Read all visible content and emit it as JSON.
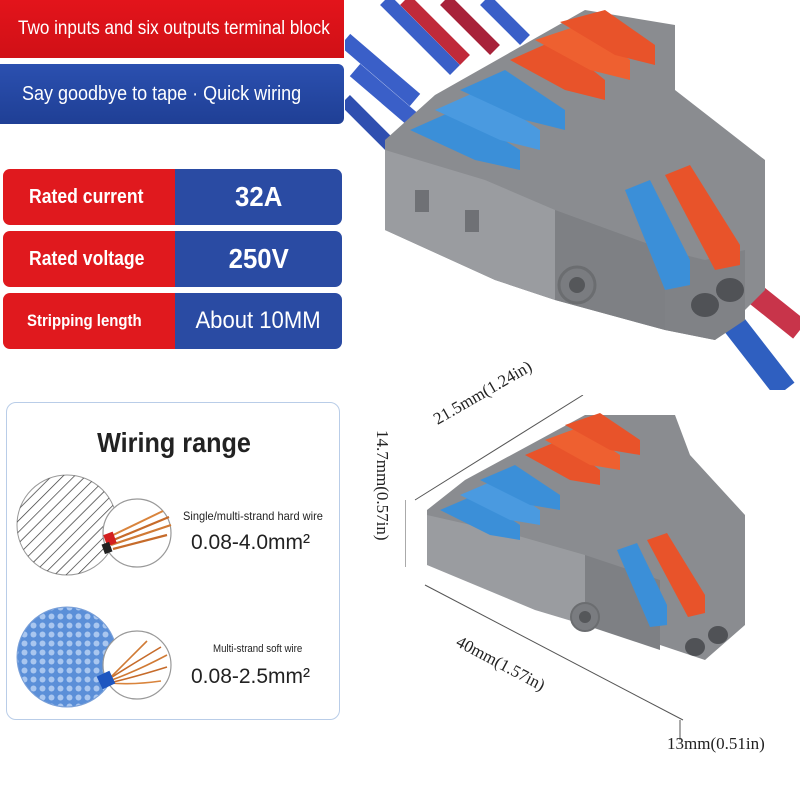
{
  "header": {
    "title": "Two inputs and six outputs terminal block",
    "subtitle": "Say goodbye to tape · Quick wiring"
  },
  "specs": [
    {
      "label": "Rated current",
      "value": "32A"
    },
    {
      "label": "Rated voltage",
      "value": "250V"
    },
    {
      "label": "Stripping length",
      "value": "About 10MM"
    }
  ],
  "wiring_range": {
    "title": "Wiring range",
    "items": [
      {
        "type": "Single/multi-strand hard wire",
        "range": "0.08-4.0mm²"
      },
      {
        "type": "Multi-strand soft wire",
        "range": "0.08-2.5mm²"
      }
    ]
  },
  "dimensions": {
    "width": "21.5mm(1.24in)",
    "height": "14.7mm(0.57in)",
    "length": "40mm(1.57in)",
    "depth": "13mm(0.51in)"
  },
  "colors": {
    "red": "#e0191e",
    "blue": "#2a4ba3",
    "lever_orange": "#e8532a",
    "lever_blue": "#3b8fd8",
    "housing_gray": "#8a8c90"
  }
}
